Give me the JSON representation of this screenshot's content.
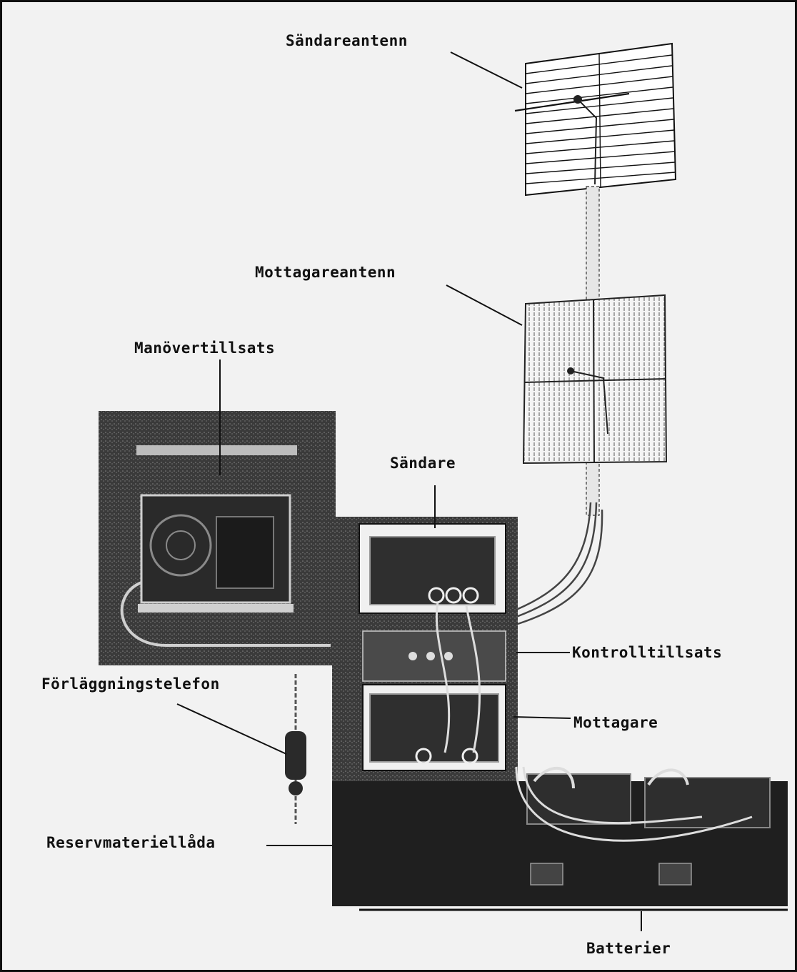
{
  "labels": {
    "sandareantenn": "Sändareantenn",
    "mottagareantenn": "Mottagareantenn",
    "manovertillsats": "Manövertillsats",
    "sandare": "Sändare",
    "kontrolltillsats": "Kontrolltillsats",
    "forlaggningstelefon": "Förläggningstelefon",
    "mottagare": "Mottagare",
    "reservmateriellada": "Reservmateriellåda",
    "batterier": "Batterier"
  },
  "colors": {
    "background": "#f2f2f2",
    "ink": "#111111",
    "equipment_dark": "#2b2b2b",
    "equipment_mid": "#555555"
  }
}
